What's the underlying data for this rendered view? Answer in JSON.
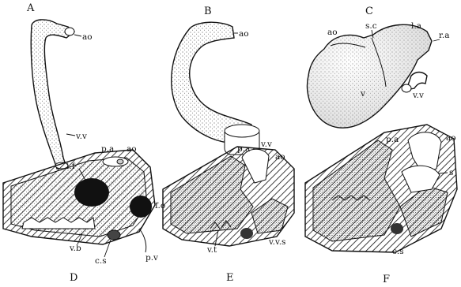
{
  "panels": {
    "a": {
      "letter": "A",
      "labels": {
        "ao": "ao",
        "vv": "v.v"
      }
    },
    "b": {
      "letter": "B",
      "labels": {
        "ao": "ao",
        "vv": "v.v"
      }
    },
    "c": {
      "letter": "C",
      "labels": {
        "ao": "ao",
        "sc": "s.c",
        "la": "l.a",
        "ra": "r.a",
        "vv": "v.v",
        "v": "v"
      }
    },
    "d": {
      "letter": "D",
      "labels": {
        "pa": "p.a",
        "ao": "ao",
        "if": "i.f",
        "fo": "f.o",
        "vb": "v.b",
        "cs": "c.s",
        "pv": "p.v"
      }
    },
    "e": {
      "letter": "E",
      "labels": {
        "pa": "p.a",
        "ao": "ao",
        "vt": "v.t",
        "vvs": "v.v.s"
      }
    },
    "f": {
      "letter": "F",
      "labels": {
        "pa": "p.a",
        "ao": "ao",
        "s": "s",
        "cs": "c.s"
      }
    }
  },
  "colors": {
    "ink": "#111111",
    "paper": "#ffffff",
    "stipple": "#555555"
  }
}
